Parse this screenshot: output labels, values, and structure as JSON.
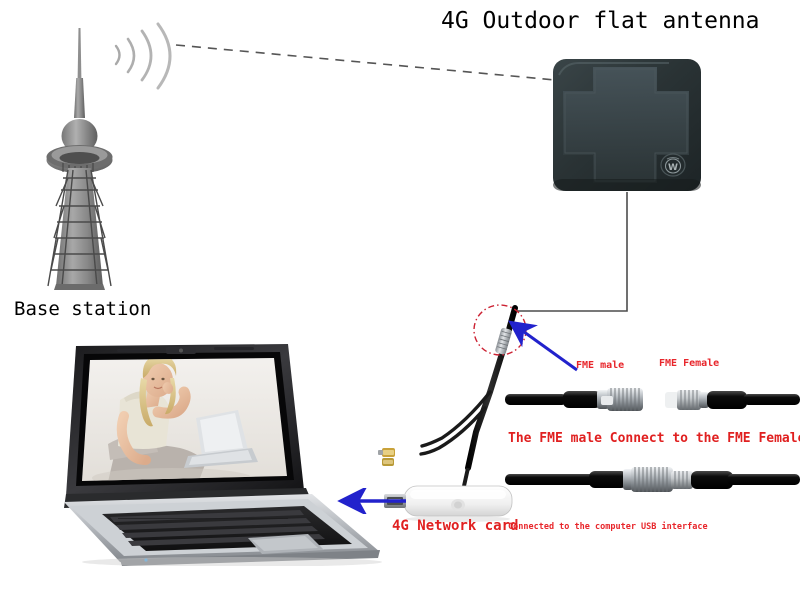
{
  "diagram": {
    "title": "4G Outdoor flat antenna",
    "labels": {
      "base_station": "Base station",
      "fme_male": "FME male",
      "fme_female": "FME Female",
      "connect_note": "The FME male Connect to the FME Female",
      "network_card": "4G Network card",
      "usb_note": "Connected to the computer USB interface"
    },
    "colors": {
      "title_text": "#000000",
      "red_text": "#e02020",
      "small_red_text": "#e8262b",
      "arrow_blue": "#2222cc",
      "dashed_link": "#555555",
      "highlight_circle": "#cc2233",
      "antenna_body": "#2b3436",
      "tower_gray": "#8d8d8d",
      "laptop_silver": "#b9bcc0",
      "dongle_white": "#f2f2f2",
      "cable_black": "#151515",
      "connector_silver": "#c9ccd0"
    },
    "elements": {
      "tower": "cell-tower",
      "signal_waves": "radio-wave-arcs",
      "antenna": "flat-panel-antenna",
      "antenna_logo": "w-logo-badge",
      "laptop": "open-laptop",
      "screen_photo": "woman-with-laptop-photo",
      "dongle": "usb-4g-modem",
      "cable": "coaxial-pigtail-cable",
      "connector_pair_open": "fme-connectors-separated",
      "connector_pair_joined": "fme-connectors-mated",
      "sma_tip": "sma-connector-tip"
    }
  }
}
